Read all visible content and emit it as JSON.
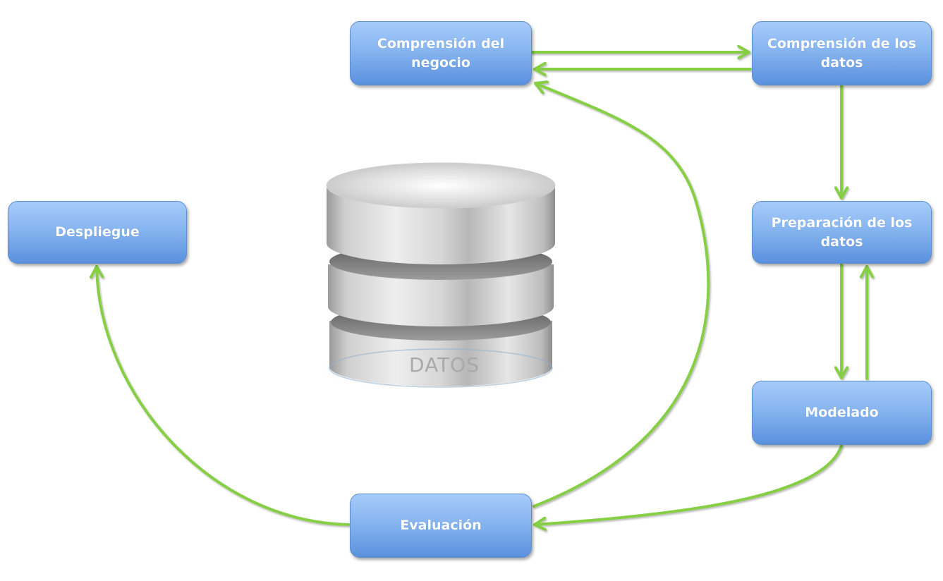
{
  "diagram": {
    "type": "process-cycle",
    "center_label": "DATOS",
    "colors": {
      "box_top": "#a6cbfa",
      "box_bottom": "#5a91de",
      "box_border": "#5b8fcf",
      "box_text": "#ffffff",
      "arrow": "#86cf45",
      "database_label": "#a9a9a9"
    },
    "nodes": [
      {
        "id": "business",
        "label": "Comprensión del negocio"
      },
      {
        "id": "data_understanding",
        "label": "Comprensión de los datos"
      },
      {
        "id": "deploy",
        "label": "Despliegue"
      },
      {
        "id": "preparation",
        "label": "Preparación de los datos"
      },
      {
        "id": "modeling",
        "label": "Modelado"
      },
      {
        "id": "evaluation",
        "label": "Evaluación"
      }
    ],
    "edges": [
      {
        "from": "business",
        "to": "data_understanding"
      },
      {
        "from": "data_understanding",
        "to": "business"
      },
      {
        "from": "data_understanding",
        "to": "preparation"
      },
      {
        "from": "preparation",
        "to": "modeling"
      },
      {
        "from": "modeling",
        "to": "preparation"
      },
      {
        "from": "modeling",
        "to": "evaluation"
      },
      {
        "from": "evaluation",
        "to": "business"
      },
      {
        "from": "evaluation",
        "to": "deploy"
      }
    ]
  }
}
